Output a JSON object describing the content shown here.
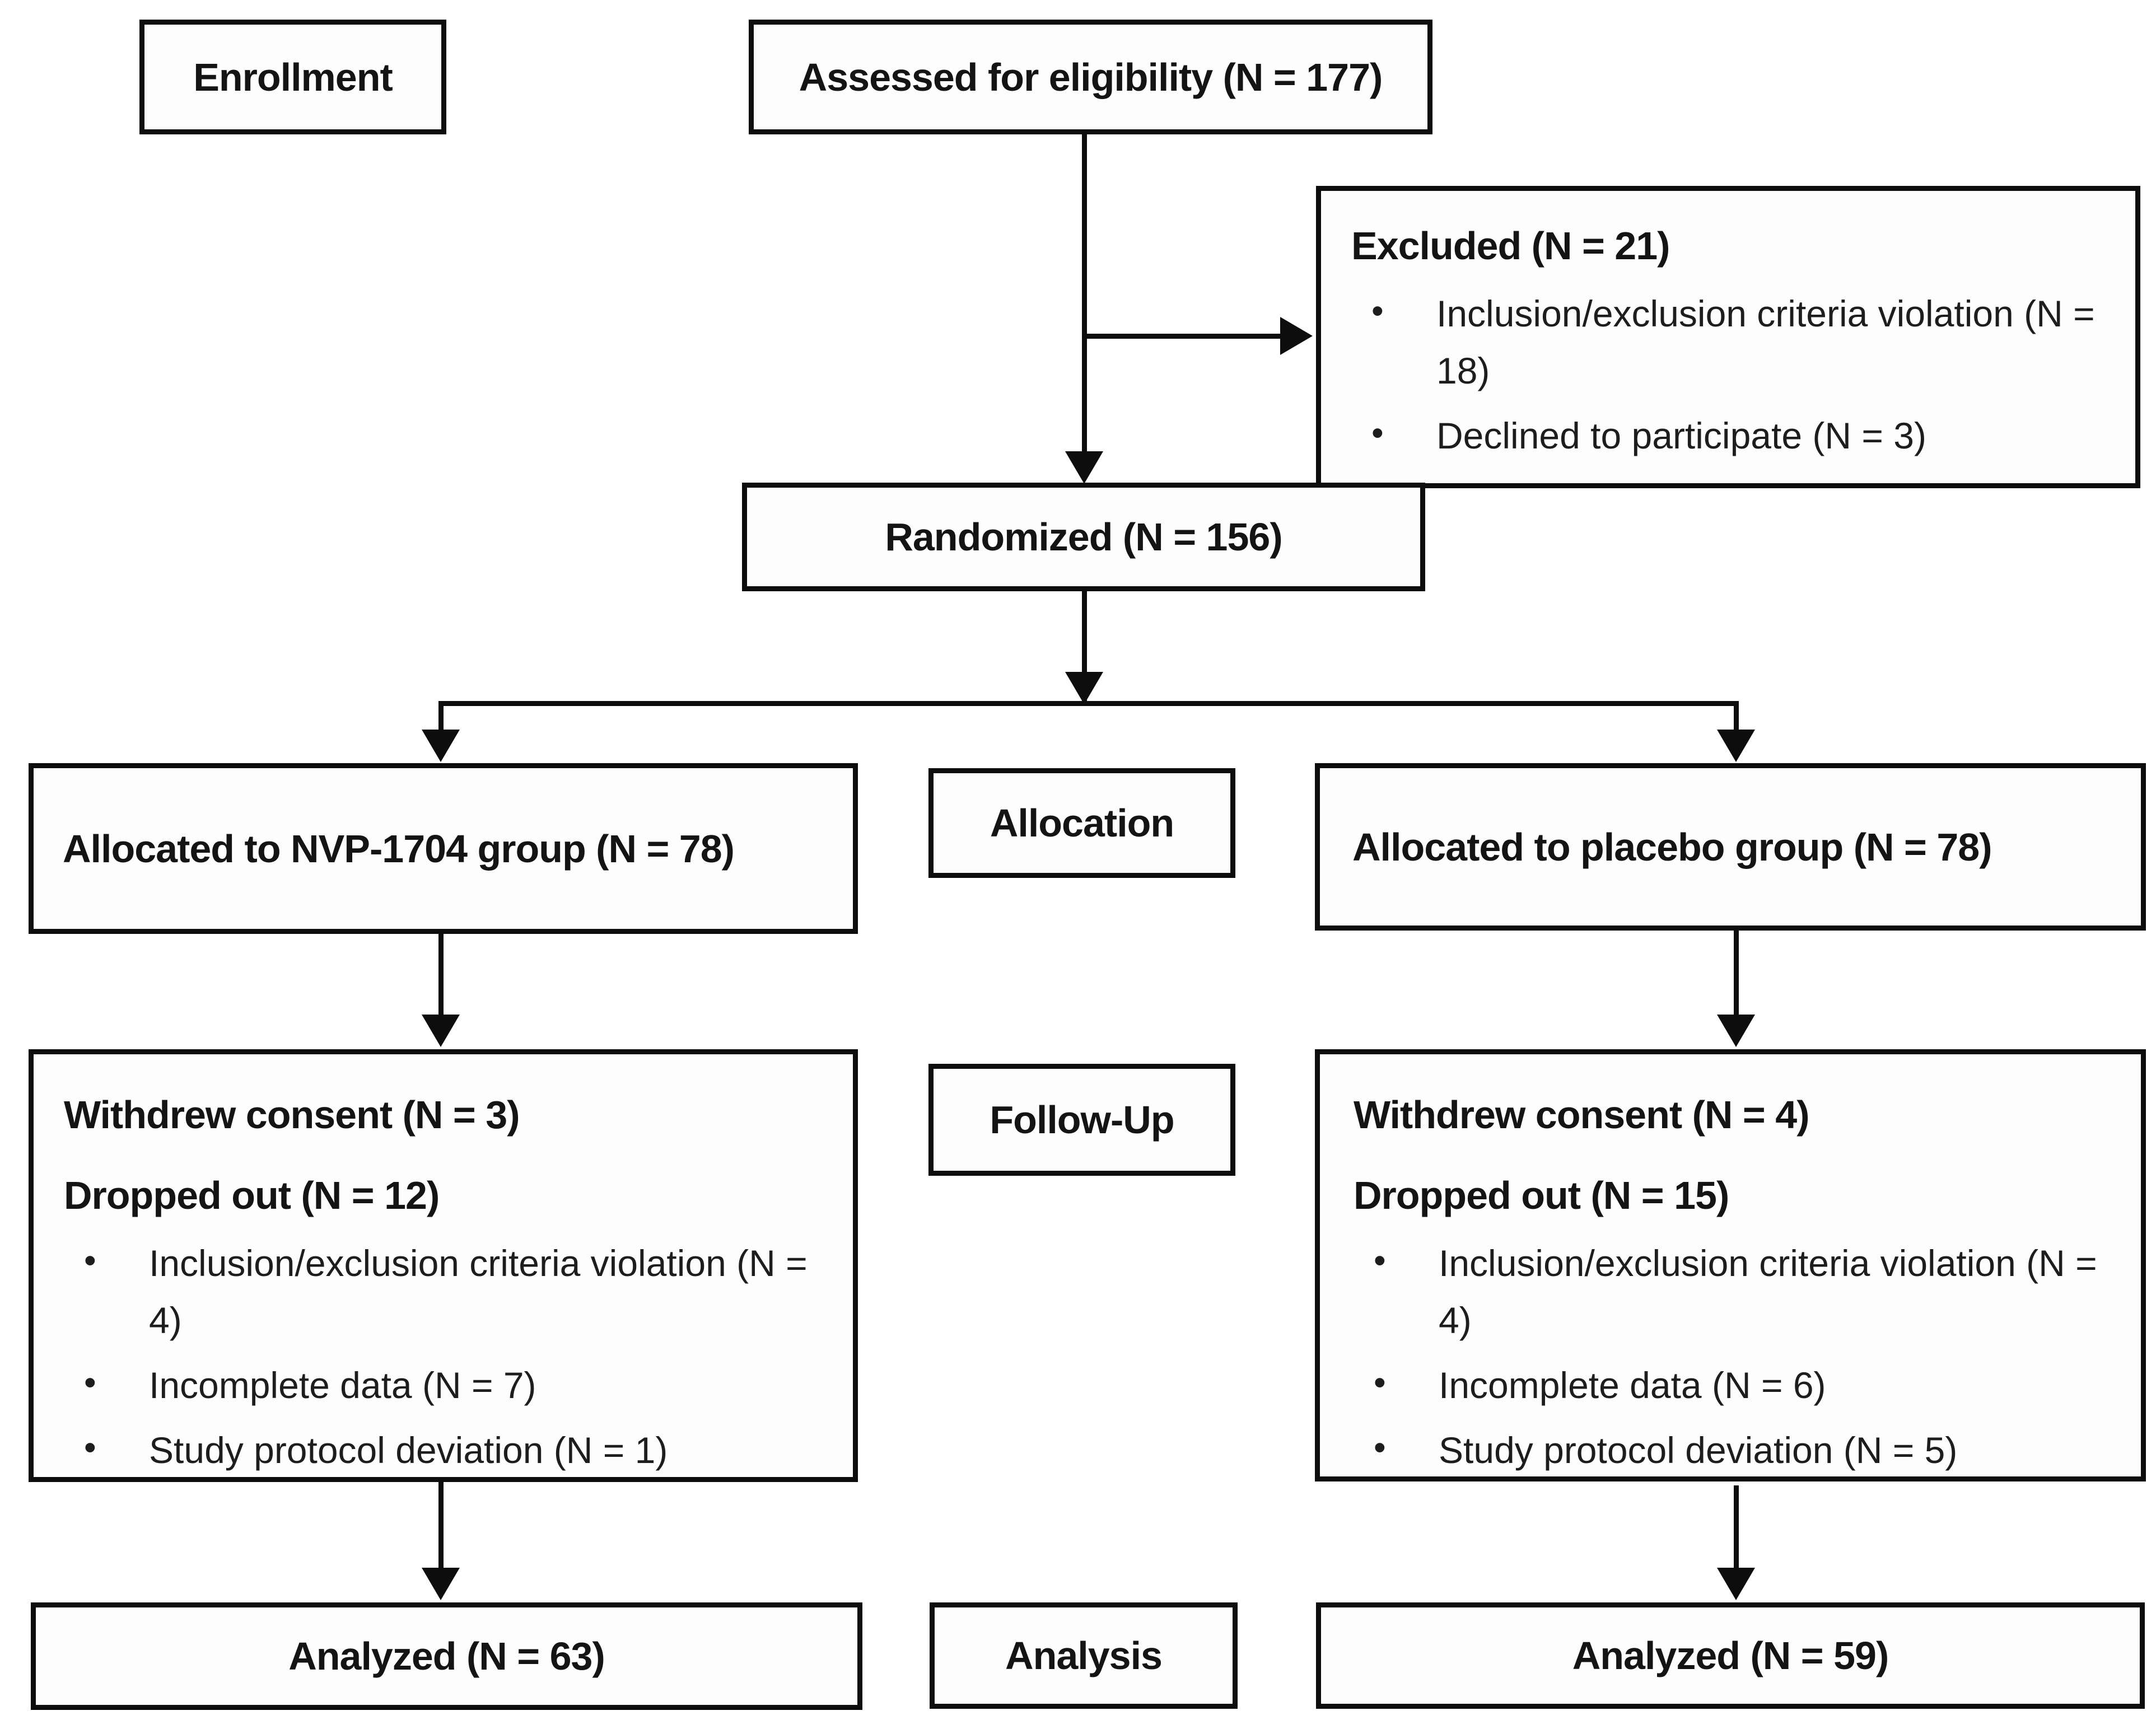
{
  "diagram": {
    "title": "CONSORT participant flow diagram",
    "colors": {
      "ink": "#0d0d0d",
      "background": "#ffffff"
    },
    "stages": {
      "enrollment": "Enrollment",
      "allocation": "Allocation",
      "follow_up": "Follow-Up",
      "analysis": "Analysis"
    },
    "assessed": "Assessed for eligibility (N = 177)",
    "excluded": {
      "title": "Excluded (N = 21)",
      "bullets": [
        "Inclusion/exclusion criteria violation (N = 18)",
        "Declined to participate (N = 3)"
      ]
    },
    "randomized": "Randomized (N = 156)",
    "nvp": {
      "allocated": "Allocated to NVP-1704 group (N = 78)",
      "withdrew": "Withdrew consent (N = 3)",
      "dropped": "Dropped out (N = 12)",
      "dropout_bullets": [
        "Inclusion/exclusion criteria violation (N = 4)",
        "Incomplete data (N = 7)",
        "Study protocol deviation (N = 1)"
      ],
      "analyzed": "Analyzed (N = 63)"
    },
    "placebo": {
      "allocated": "Allocated to placebo group (N = 78)",
      "withdrew": "Withdrew consent (N = 4)",
      "dropped": "Dropped out (N = 15)",
      "dropout_bullets": [
        "Inclusion/exclusion criteria violation (N = 4)",
        "Incomplete data (N = 6)",
        "Study protocol deviation (N = 5)"
      ],
      "analyzed": "Analyzed (N = 59)"
    }
  }
}
